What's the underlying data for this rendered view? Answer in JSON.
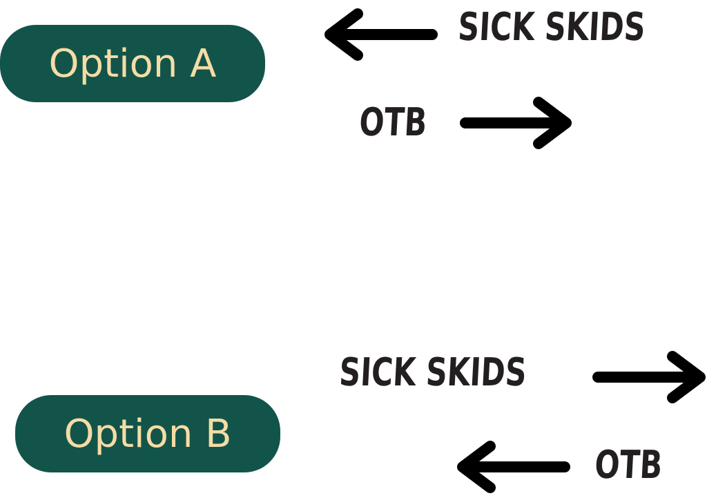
{
  "option_a": {
    "label": "Option A",
    "left_arrow_target": "SICK SKIDS",
    "right_arrow_source": "OTB"
  },
  "option_b": {
    "label": "Option B",
    "right_arrow_source": "SICK SKIDS",
    "left_arrow_target": "OTB"
  },
  "colors": {
    "pill_background": "#13544a",
    "pill_text": "#f5dca5",
    "label_text": "#231f20",
    "arrow": "#000000"
  },
  "icons": {
    "arrow_left": "arrow-left-icon",
    "arrow_right": "arrow-right-icon"
  }
}
